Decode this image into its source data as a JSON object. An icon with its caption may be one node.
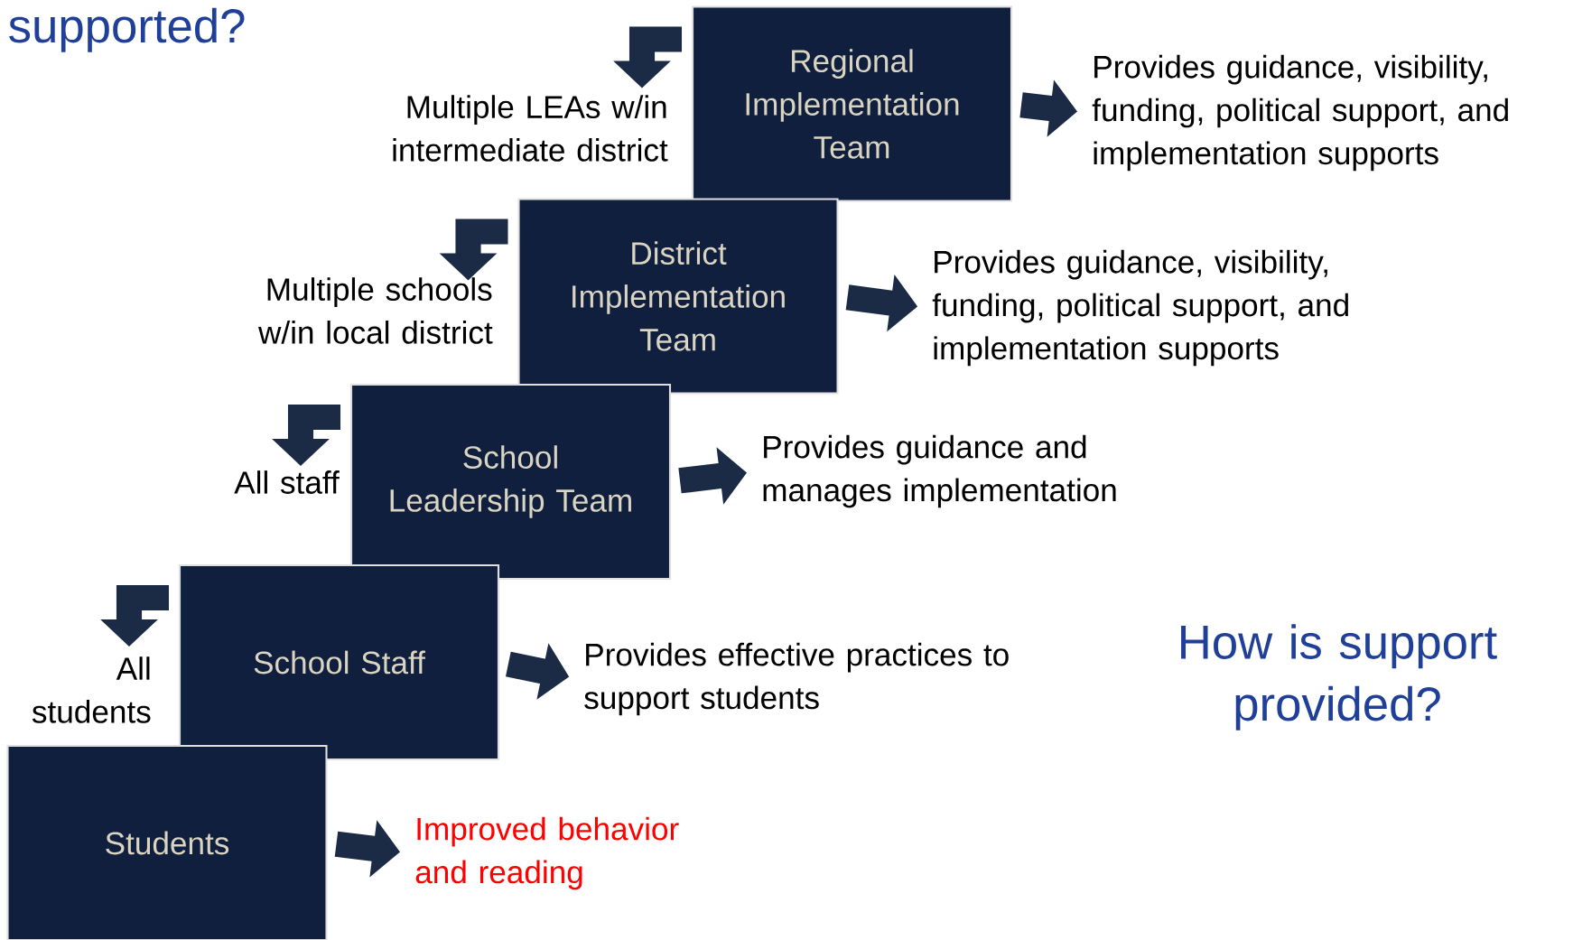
{
  "diagram": {
    "nodes": [
      {
        "text": [
          "Regional Implementation Team"
        ],
        "beside": [
          "Multiple LEAs w/in intermediate district"
        ]
      },
      {
        "text": [
          "Provides guidance, visibility, funding, political support, and implementation supports"
        ]
      },
      {
        "text": [
          "District Implementation Team"
        ],
        "beside": [
          "Multiple schools w/in local district"
        ]
      },
      {
        "text": [
          "Provides guidance, visibility, funding, political support, and implementation supports"
        ]
      },
      {
        "text": [
          "School Leadership Team"
        ],
        "beside": [
          "All staff"
        ]
      },
      {
        "text": [
          "Provides guidance and manages implementation"
        ]
      },
      {
        "text": [
          "School Staff"
        ],
        "beside": [
          "All students"
        ]
      },
      {
        "text": [
          "Provides effective practices to support students"
        ]
      },
      {
        "text": [
          "Students"
        ]
      },
      {
        "text": [
          "Improved behavior and reading"
        ]
      }
    ],
    "edges": [
      {
        "from": 0,
        "to": 1,
        "arrow": "to"
      },
      {
        "from": 2,
        "to": 3,
        "arrow": "to"
      },
      {
        "from": 4,
        "to": 5,
        "arrow": "to"
      },
      {
        "from": 6,
        "to": 7,
        "arrow": "to"
      },
      {
        "from": 8,
        "to": 9,
        "arrow": "to"
      }
    ],
    "labels": [
      "supported?",
      "How is support provided?"
    ]
  }
}
